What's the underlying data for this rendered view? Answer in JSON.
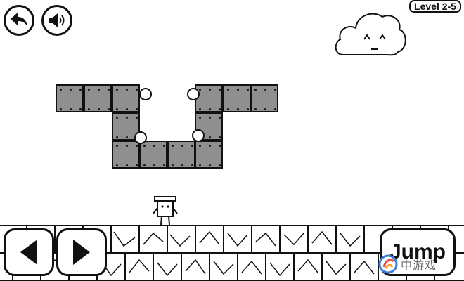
{
  "hud": {
    "back_icon": "back-arrow-icon",
    "sound_icon": "speaker-icon",
    "level_label": "Level 2-5"
  },
  "controls": {
    "left_icon": "left-arrow-icon",
    "right_icon": "right-arrow-icon",
    "jump_label": "Jump"
  },
  "watermark": {
    "icon": "logo-icon",
    "text": "中游戏"
  },
  "colors": {
    "block_fill": "#8f8f8f",
    "outline": "#111111",
    "background": "#ffffff"
  }
}
